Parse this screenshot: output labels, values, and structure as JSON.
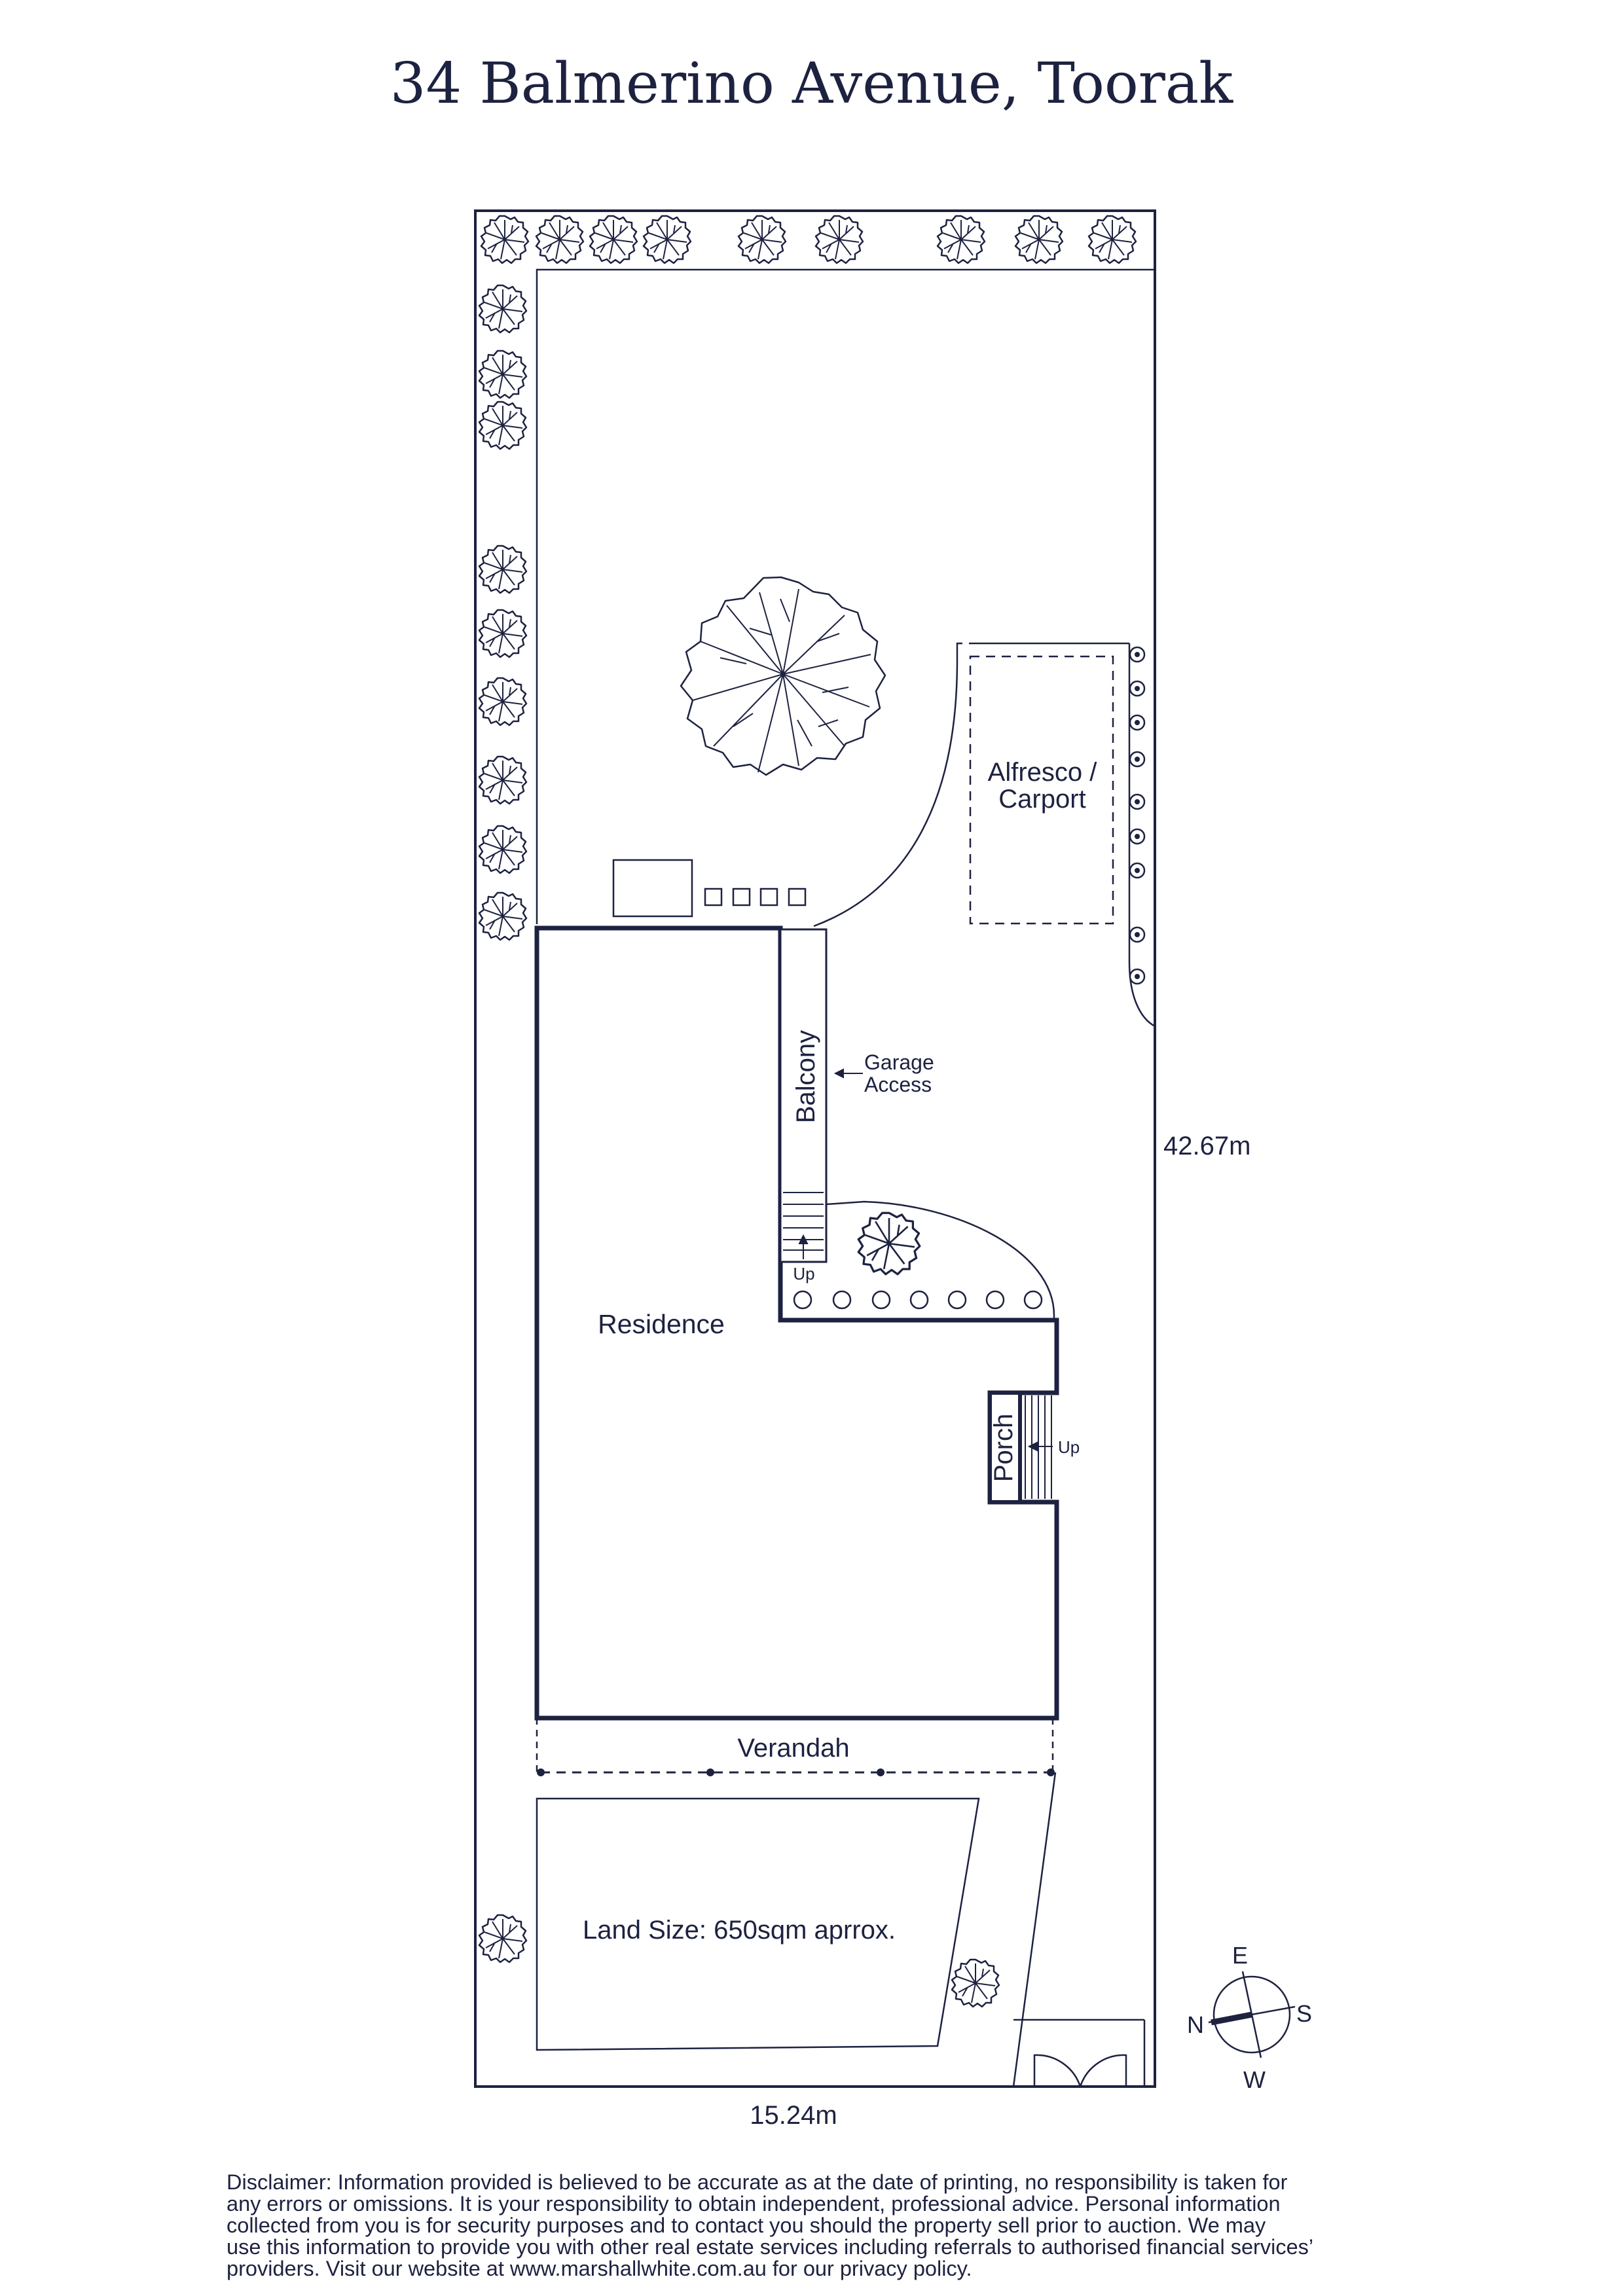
{
  "title": "34 Balmerino Avenue, Toorak",
  "labels": {
    "alfresco_line1": "Alfresco /",
    "alfresco_line2": "Carport",
    "balcony": "Balcony",
    "garage_line1": "Garage",
    "garage_line2": "Access",
    "dimension_side": "42.67m",
    "dimension_bottom": "15.24m",
    "residence": "Residence",
    "porch": "Porch",
    "up_stairs": "Up",
    "up_porch": "Up",
    "verandah": "Verandah",
    "land_size": "Land Size: 650sqm aprrox."
  },
  "compass": {
    "n": "N",
    "e": "E",
    "s": "S",
    "w": "W"
  },
  "disclaimer": [
    "Disclaimer: Information provided is believed to be accurate as at the date of printing, no responsibility is taken for",
    "any errors or omissions. It is your responsibility to obtain independent, professional advice. Personal information",
    "collected from you is for security purposes and to contact you should the property sell prior to auction. We may",
    "use this information to provide you with other real estate services including referrals to authorised financial services’",
    "providers. Visit our website at www.marshallwhite.com.au for our privacy policy."
  ],
  "colors": {
    "ink": "#1d2240",
    "background": "#ffffff"
  },
  "icons": [
    "shrub-icon",
    "tree-icon",
    "compass-icon",
    "arrow-icon",
    "bollard-icon"
  ]
}
